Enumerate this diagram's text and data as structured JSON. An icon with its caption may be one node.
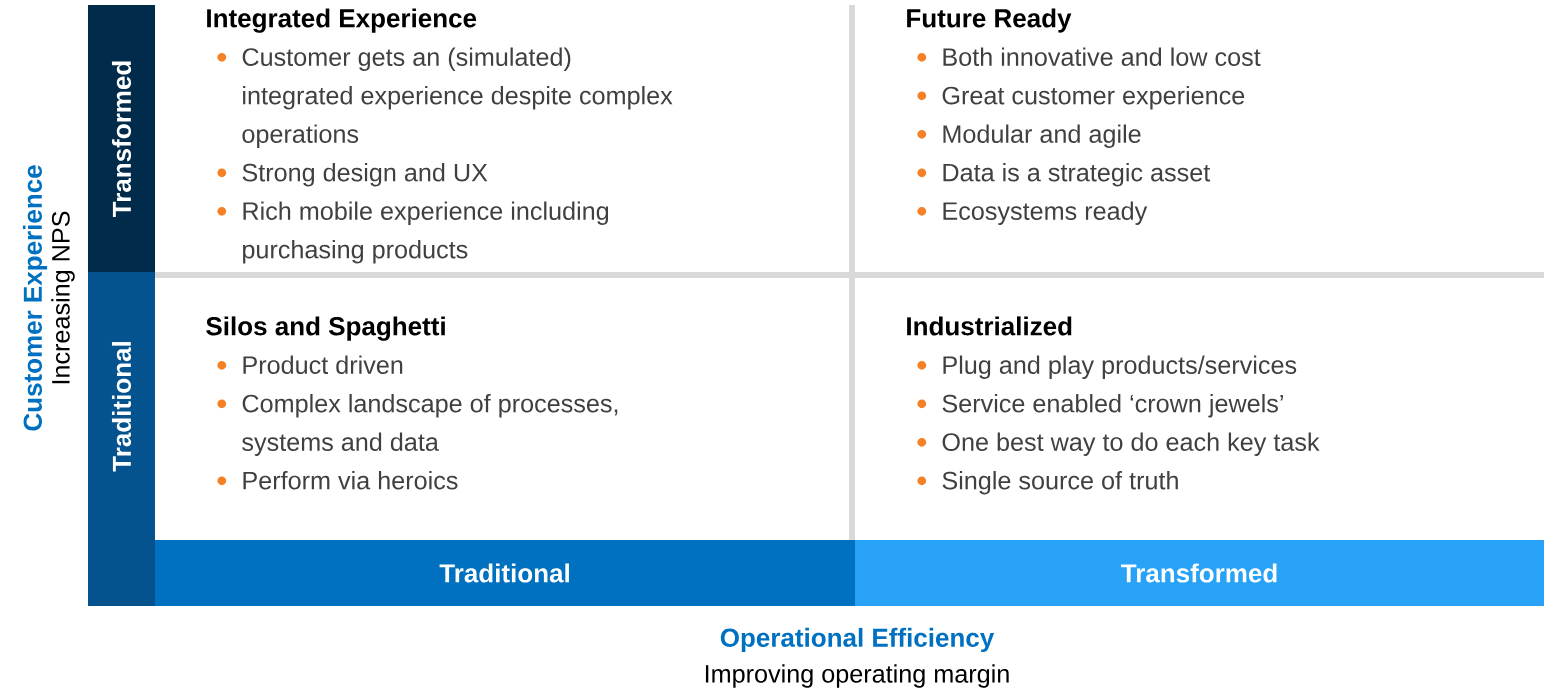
{
  "diagram": {
    "nodes": [
      {
        "text": [
          "Transformed"
        ]
      },
      {
        "text": [
          "Integrated Experience",
          "Customer gets an (simulated) integrated experience despite complex operations",
          "Strong design and UX",
          "Rich mobile experience including purchasing products"
        ]
      },
      {
        "text": [
          "Future Ready",
          "Both innovative and low cost",
          "Great customer experience",
          "Modular and agile",
          "Data is a strategic asset",
          "Ecosystems ready"
        ]
      },
      {
        "text": [
          "Traditional"
        ]
      },
      {
        "text": [
          "Silos and Spaghetti",
          "Product driven",
          "Complex landscape of processes, systems and data",
          "Perform via heroics"
        ]
      },
      {
        "text": [
          "Industrialized",
          "Plug and play products/services",
          "Service enabled ‘crown jewels’",
          "One best way to do each key task",
          "Single source of truth"
        ]
      },
      {
        "text": [
          "Traditional"
        ]
      },
      {
        "text": [
          "Transformed"
        ]
      }
    ],
    "labels": [
      "Customer Experience",
      "Increasing NPS",
      "Operational Efficiency",
      "Improving operating margin"
    ]
  }
}
